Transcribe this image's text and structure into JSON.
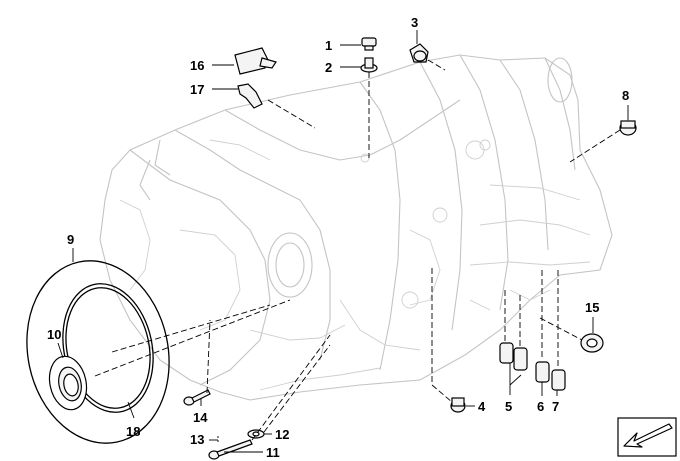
{
  "diagram": {
    "labels": {
      "p1": "1",
      "p2": "2",
      "p3": "3",
      "p4": "4",
      "p5": "5",
      "p6": "6",
      "p7": "7",
      "p8": "8",
      "p9": "9",
      "p10": "10",
      "p11": "11",
      "p12": "12",
      "p13": "13",
      "p14": "14",
      "p15": "15",
      "p16": "16",
      "p17": "17",
      "p18": "18"
    },
    "nav_arrow_icon": "arrow-down-left-icon"
  }
}
